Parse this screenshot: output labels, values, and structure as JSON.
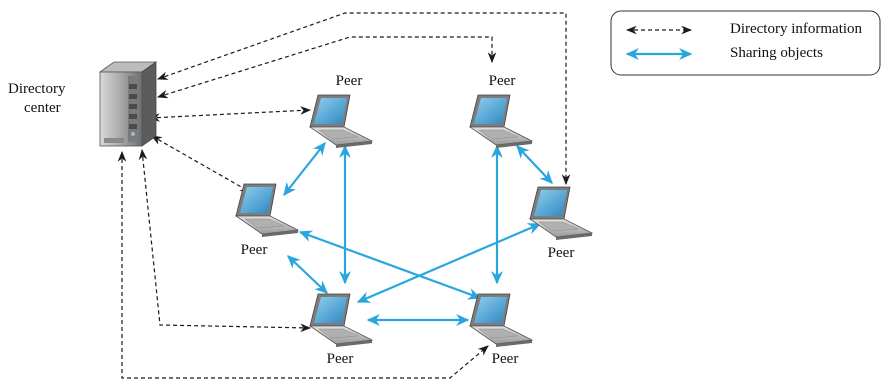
{
  "directory_center": {
    "label_line1": "Directory",
    "label_line2": "center"
  },
  "peer_label": "Peer",
  "peers": [
    {
      "id": "p_top_mid",
      "label": "Peer"
    },
    {
      "id": "p_top_right",
      "label": "Peer"
    },
    {
      "id": "p_left",
      "label": "Peer"
    },
    {
      "id": "p_right",
      "label": "Peer"
    },
    {
      "id": "p_bot_left",
      "label": "Peer"
    },
    {
      "id": "p_bot_right",
      "label": "Peer"
    }
  ],
  "legend": {
    "directory_information": "Directory information",
    "sharing_objects": "Sharing objects"
  },
  "colors": {
    "sharing": "#29a6de",
    "directory": "#1a1a1a",
    "laptop_screen": "#4fa3cf",
    "laptop_body": "#c9c9c9"
  }
}
